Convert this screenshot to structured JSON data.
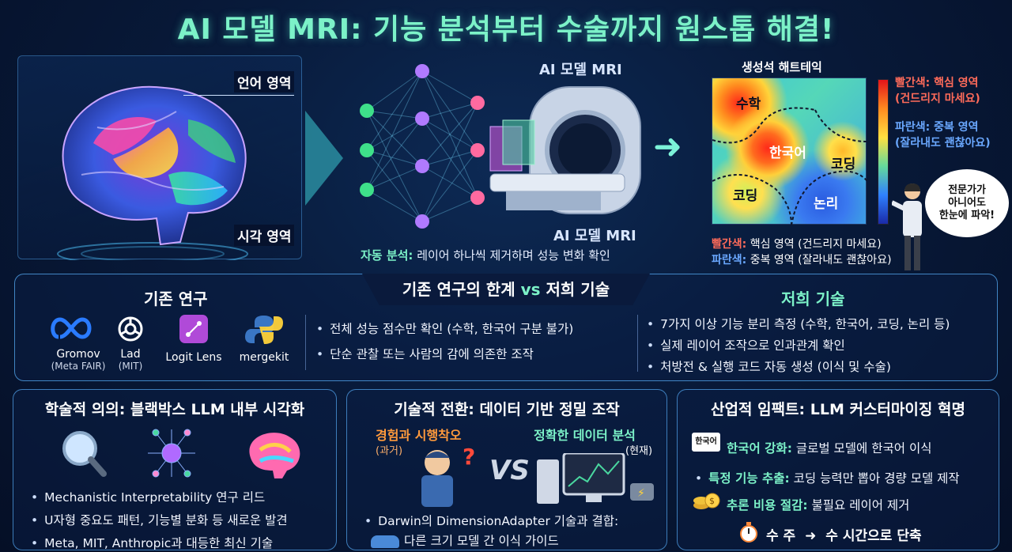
{
  "title": "AI 모델 MRI: 기능 분석부터 수술까지 원스톱 해결!",
  "top": {
    "brain_callouts": [
      "언어 영역",
      "시각 영역"
    ],
    "mri_label_top": "AI 모델 MRI",
    "mri_label_bottom": "AI 모델 MRI",
    "auto_caption_hl": "자동 분석:",
    "auto_caption_text": " 레이어 하나씩 제거하며 성능 변화 확인",
    "heatmap_title": "생성석 해트테익",
    "heatmap_labels": [
      "수학",
      "한국어",
      "코딩",
      "코딩",
      "논리"
    ],
    "colorbar_legend": {
      "red_title": "빨간색: 핵심 영역",
      "red_sub": "(건드리지 마세요)",
      "blue_title": "파란색: 중복 영역",
      "blue_sub": "(잘라내도 괜찮아요)"
    },
    "bottom_legend": {
      "red_key": "빨간색:",
      "red_text": " 핵심 영역 (건드리지 마세요)",
      "blue_key": "파란색:",
      "blue_text": " 중복 영역 (잘라내도 괜찮아요)"
    },
    "bubble_lines": [
      "전문가가",
      "아니어도",
      "한눈에 파악!"
    ]
  },
  "middle": {
    "header_a": "기존 연구의 한계 ",
    "header_vs": "vs",
    "header_b": " 저희 기술",
    "left_title": "기존 연구",
    "logos": [
      {
        "label": "Gromov",
        "sub": "(Meta FAIR)",
        "icon": "meta-icon"
      },
      {
        "label": "Lad",
        "sub": "(MIT)",
        "icon": "openai-icon"
      },
      {
        "label": "Logit Lens",
        "sub": "",
        "icon": "logit-lens-icon"
      },
      {
        "label": "mergekit",
        "sub": "",
        "icon": "python-icon"
      }
    ],
    "left_bullets": [
      "전체 성능 점수만 확인 (수학, 한국어 구분 불가)",
      "단순 관찰 또는 사람의 감에 의존한 조작"
    ],
    "right_title": "저희 기술",
    "right_bullets": [
      "7가지 이상 기능 분리 측정 (수학, 한국어, 코딩, 논리 등)",
      "실제 레이어 조작으로 인과관계 확인",
      "처방전 & 실행 코드 자동 생성 (이식 및 수술)"
    ]
  },
  "cards": {
    "academic": {
      "title": "학술적 의의: 블랙박스 LLM 내부 시각화",
      "bullets": [
        "Mechanistic Interpretability 연구 리드",
        "U자형 중요도 패턴, 기능별 분화 등 새로운 발견",
        "Meta, MIT, Anthropic과 대등한 최신 기술"
      ]
    },
    "tech": {
      "title": "기술적 전환: 데이터 기반 정밀 조작",
      "past_title": "경험과 시행착오",
      "past_sub": "(과거)",
      "vs": "VS",
      "now_title": "정확한 데이터 분석",
      "now_sub": "(현재)",
      "bullet_line1": "Darwin의 DimensionAdapter 기술과 결합:",
      "bullet_line2": "다른 크기 모델 간 이식 가이드"
    },
    "industry": {
      "title": "산업적 임팩트: LLM 커스터마이징 혁명",
      "badge": "한국어",
      "items": [
        {
          "key": "한국어 강화:",
          "text": " 글로벌 모델에 한국어 이식"
        },
        {
          "key": "특정 기능 추출:",
          "text": " 코딩 능력만 뽑아 경량 모델 제작"
        },
        {
          "key": "추론 비용 절감:",
          "text": " 불필요 레이어 제거"
        }
      ],
      "time_from": "수 주",
      "time_to": "수 시간으로 단축"
    }
  }
}
